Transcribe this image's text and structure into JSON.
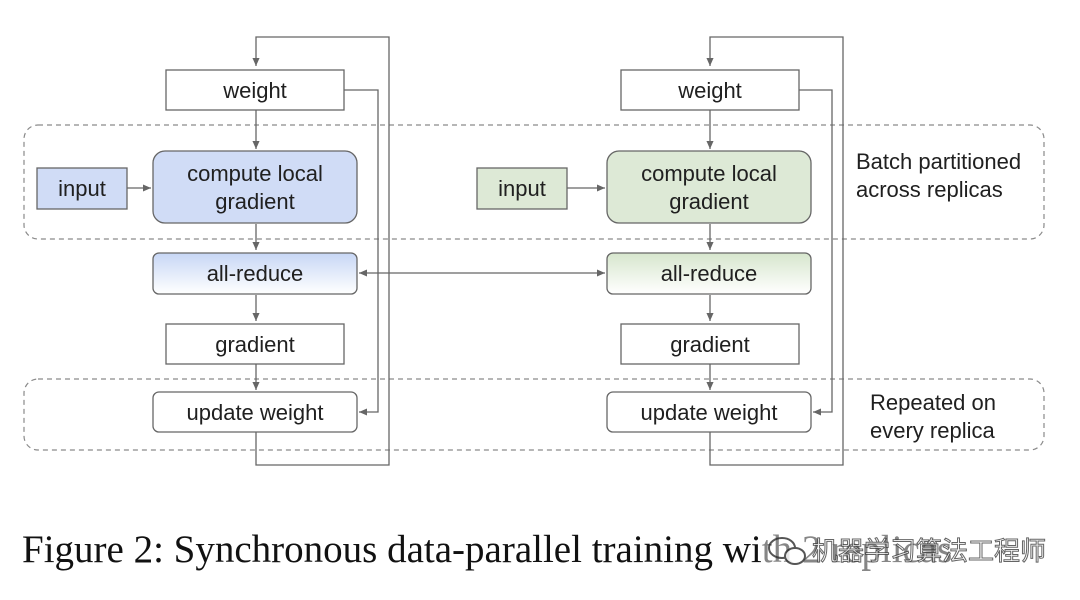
{
  "replicas": [
    {
      "weight": "weight",
      "input": "input",
      "compute": [
        "compute local",
        "gradient"
      ],
      "allreduce": "all-reduce",
      "gradient": "gradient",
      "update": "update weight"
    },
    {
      "weight": "weight",
      "input": "input",
      "compute": [
        "compute local",
        "gradient"
      ],
      "allreduce": "all-reduce",
      "gradient": "gradient",
      "update": "update weight"
    }
  ],
  "groups": {
    "batch": [
      "Batch partitioned",
      "across replicas"
    ],
    "repeat": [
      "Repeated on",
      "every replica"
    ]
  },
  "caption": "Figure 2:  Synchronous data-parallel training with 2 replicas",
  "watermark": "机器学习算法工程师",
  "colors": {
    "replica0_fill": "#d0dcf6",
    "replica1_fill": "#dde9d6",
    "replica0_input": "#d0dcf6",
    "replica1_input": "#dde9d6"
  }
}
